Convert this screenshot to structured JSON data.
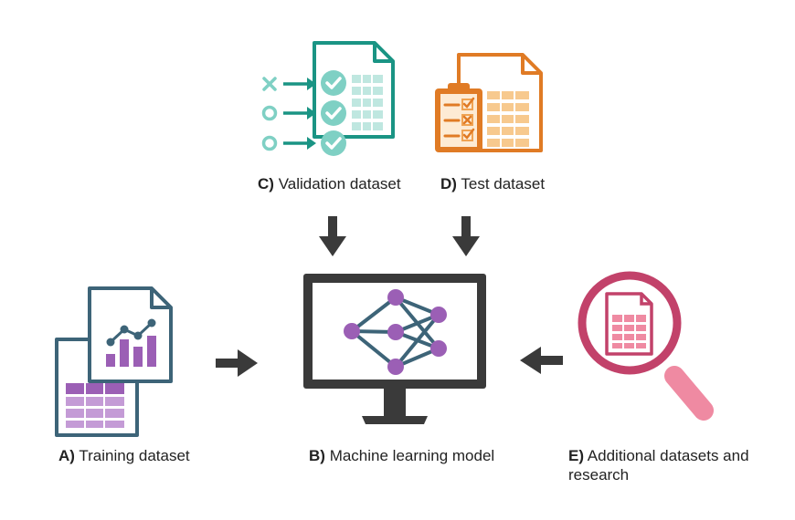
{
  "nodes": {
    "training": {
      "letter": "A)",
      "text": "Training dataset"
    },
    "model": {
      "letter": "B)",
      "text": "Machine learning model"
    },
    "validation": {
      "letter": "C)",
      "text": "Validation dataset"
    },
    "test": {
      "letter": "D)",
      "text": "Test dataset"
    },
    "additional": {
      "letter": "E)",
      "text": "Additional datasets and research"
    }
  },
  "colors": {
    "teal": "#1a9484",
    "teal_light": "#7fd0c4",
    "orange": "#e07b25",
    "orange_light": "#f7c98e",
    "slate": "#3d6478",
    "purple": "#9b5fb5",
    "pink": "#c2426a",
    "pink_light": "#ef8aa2",
    "arrow": "#3a3a3a",
    "monitor": "#3a3a3a"
  },
  "icons": [
    "validation-doc-icon",
    "test-clipboard-icon",
    "training-chart-doc-icon",
    "monitor-neural-network-icon",
    "magnifier-spreadsheet-icon"
  ]
}
